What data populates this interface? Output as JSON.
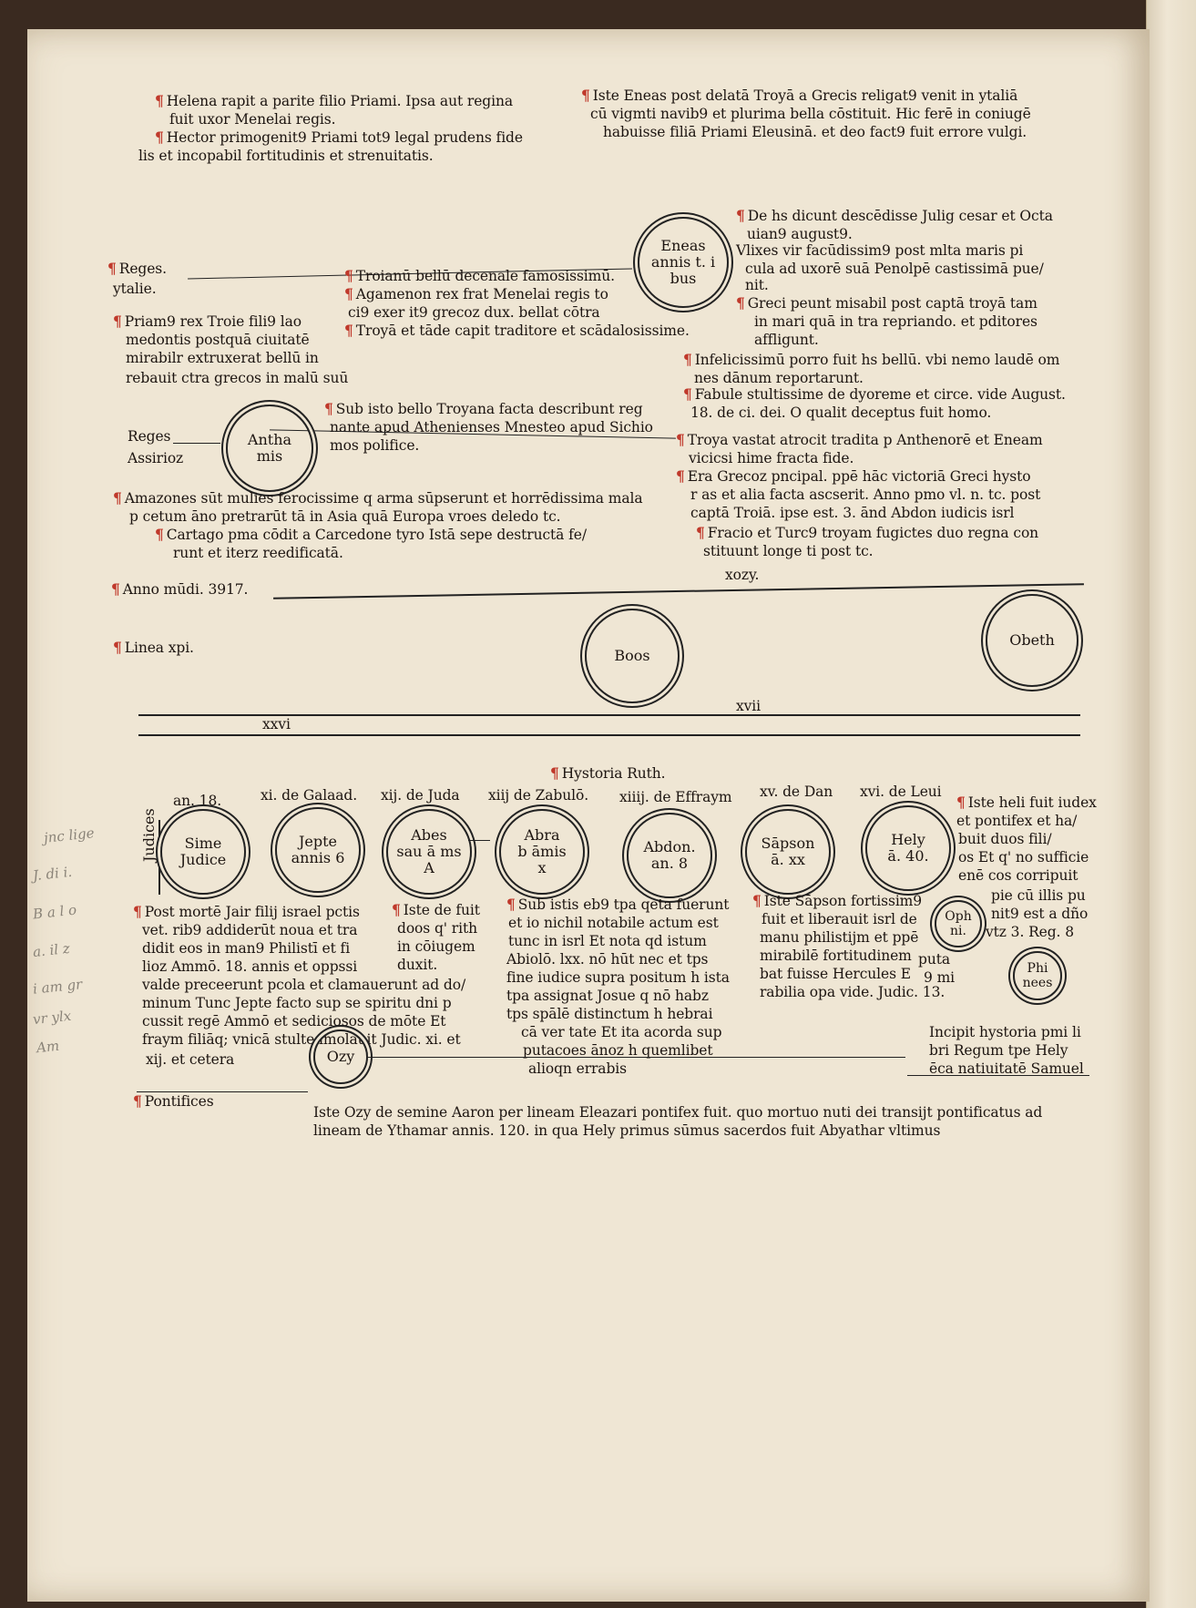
{
  "top": {
    "left_lines": [
      "Helena rapit a parite filio Priami. Ipsa aut regina",
      "fuit uxor Menelai regis.",
      "Hector primogenit9 Priami tot9 legal prudens fide",
      "lis et incopabil fortitudinis et strenuitatis."
    ],
    "right_lines": [
      "Iste Eneas post delatā Troyā a Grecis religat9 venit in ytaliā",
      "cū vigmti navib9 et plurima bella cōstituit. Hic ferē in coniugē",
      "habuisse filiā Priami Eleusinā. et deo fact9 fuit errore vulgi."
    ]
  },
  "eneas_circle": {
    "lines": [
      "Eneas",
      "annis t. i",
      "bus"
    ]
  },
  "right_block": [
    "De hs dicunt descēdisse Julig cesar et Octa",
    "uian9 august9.",
    "Vlixes vir facūdissim9 post mlta maris pi",
    "cula ad uxorē suā Penolpē castissimā pue/",
    "nit.",
    "Greci peunt misabil post captā troyā tam",
    "in mari quā in tra repriando. et pditores",
    "affligunt.",
    "Infelicissimū porro fuit hs bellū. vbi nemo laudē om",
    "nes dānum reportarunt.",
    "Fabule stultissime de dyoreme et circe. vide August.",
    "18. de ci. dei. O qualit deceptus fuit homo.",
    "Troya vastat atrocit tradita p Anthenorē et Eneam",
    "vicicsi hime fracta fide.",
    "Era Grecoz pncipal. ppē hāc victoriā Greci hysto",
    "r as et alia facta ascserit. Anno pmo vl. n. tc. post",
    "captā Troiā. ipse est. 3. ānd Abdon iudicis isrl",
    "Fracio et Turc9 troyam fugictes duo regna con",
    "stituunt longe ti post tc."
  ],
  "reges_italie": {
    "label1": "Reges.",
    "label2": "ytalie."
  },
  "trojan_war": [
    "Troianū bellū decenale famosissimū.",
    "Agamenon rex frat Menelai regis to",
    "ci9 exer it9 grecoz dux. bellat cōtra",
    "Troyā et tāde capit traditore et scādalosissime."
  ],
  "priam": [
    "Priam9 rex Troie fili9 lao",
    "medontis postquā ciuitatē",
    "mirabilr extruxerat bellū in",
    "rebauit ctra grecos in malū suū"
  ],
  "sub_isto": [
    "Sub isto bello Troyana facta describunt reg",
    "nante apud Athenienses Mnesteo apud Sichio",
    "mos polifice."
  ],
  "reges_assiriorum": {
    "label1": "Reges",
    "label2": "Assirioz"
  },
  "anthamis": [
    "Antha",
    "mis"
  ],
  "amazones": [
    "Amazones sūt mulies ferocissime q arma sūpserunt et horrēdissima mala",
    "p cetum āno pretrarūt tā in Asia quā Europa vroes deledo tc.",
    "Cartago pma cōdit a Carcedone tyro Istā sepe destructā fe/",
    "runt et iterz reedificatā."
  ],
  "anno_mundi": "Anno mūdi. 3917.",
  "xzl": "xozy.",
  "linea": "Linea xpi.",
  "boos": "Boos",
  "obeth": "Obeth",
  "gen_nums": {
    "left": "xxvi",
    "right": "xvii"
  },
  "historia_ruth": "Hystoria Ruth.",
  "judges_header": [
    "an. 18.",
    "xi. de Galaad.",
    "xij. de Juda",
    "xiij de Zabulō.",
    "xiiij. de Effraym",
    "xv. de Dan",
    "xvi. de Leui"
  ],
  "judices_label": "Judices",
  "judges": [
    {
      "lines": [
        "Sime",
        "Judice"
      ]
    },
    {
      "lines": [
        "Jepte",
        "annis 6"
      ]
    },
    {
      "lines": [
        "Abes",
        "sau ā ms",
        "A"
      ]
    },
    {
      "lines": [
        "Abra",
        "b āmis",
        "x"
      ]
    },
    {
      "lines": [
        "Abdon.",
        "an. 8"
      ]
    },
    {
      "lines": [
        "Sāpson",
        "ā. xx"
      ]
    },
    {
      "lines": [
        "Hely",
        "ā. 40."
      ]
    }
  ],
  "hely_text": [
    "Iste heli fuit iudex",
    "et pontifex et ha/",
    "buit duos fili/",
    "os Et q' no sufficie",
    "enē cos corripuit",
    "pie cū illis pu",
    "nit9 est a dño",
    "vtz 3. Reg. 8"
  ],
  "ophni": [
    "Oph",
    "ni."
  ],
  "phinees": [
    "Phi",
    "nees"
  ],
  "post_mortem": [
    "Post mortē Jair filij israel pctis",
    "vet. rib9 addiderūt noua et tra",
    "didit eos in man9 Philistī et fi",
    "lioz Ammō. 18. annis et oppssi",
    "valde preceerunt pcola et clamauerunt ad do/",
    "minum Tunc Jepte facto sup se spiritu dni p",
    "cussit regē Ammō et sediciosos de mōte Et",
    "fraym filiāq; vnicā stulte imolauit Judic. xi. et",
    "xij. et cetera"
  ],
  "iste_de_fuit": [
    "Iste de fuit",
    "doos q' rith",
    "in cōiugem",
    "duxit."
  ],
  "sub_istis": [
    "Sub istis eb9 tpa qeta fuerunt",
    "et io nichil notabile actum est",
    "tunc in isrl Et nota qd istum",
    "Abiolō. lxx. nō hūt nec et tps",
    "fine iudice supra positum h ista",
    "tpa assignat Josue q nō habz",
    "tps spālē distinctum h hebrai",
    "cā ver tate Et ita acorda sup",
    "putacoes ānoz h quemlibet",
    "alioqn errabis"
  ],
  "sampson_text": [
    "Iste Sāpson fortissim9",
    "fuit et liberauit isrl de",
    "manu philistijm et ppē",
    "mirabilē fortitudinem",
    "bat fuisse Hercules E",
    "rabilia opa vide. Judic. 13."
  ],
  "puta": "puta",
  "nine_mi": "9 mi",
  "incipit": [
    "Incipit hystoria pmi li",
    "bri Regum tpe Hely",
    "ēca natiuitatē Samuel"
  ],
  "ozy": "Ozy",
  "pontifices": "Pontifices",
  "bottom_text": [
    "Iste Ozy de semine Aaron per lineam Eleazari pontifex fuit. quo mortuo nuti dei transijt pontificatus ad",
    "lineam de Ythamar annis. 120. in qua Hely primus sūmus sacerdos fuit Abyathar vltimus"
  ],
  "margin_notes": [
    "jnc lige",
    "J. di i.",
    "B a l o",
    "a. il z",
    "i am gr",
    "vr ylx",
    "Am"
  ]
}
